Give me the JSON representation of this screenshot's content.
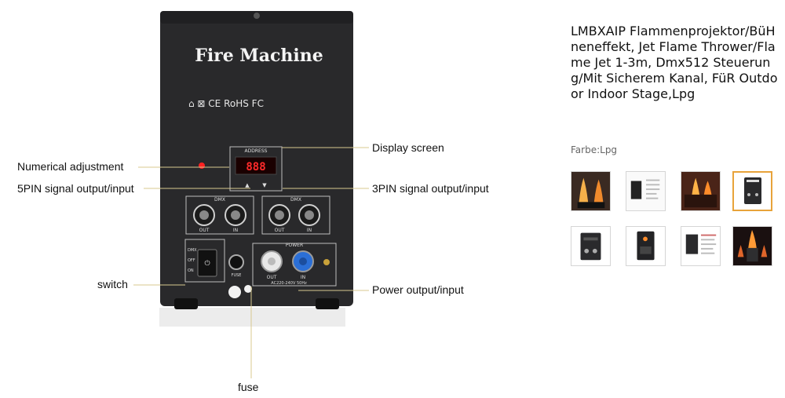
{
  "product": {
    "image_labels": {
      "device_name": "Fire Machine",
      "address": "ADDRESS",
      "dmx_left": "DMX",
      "dmx_right": "DMX",
      "out_left": "OUT",
      "in_left": "IN",
      "out_right": "OUT",
      "in_right": "IN",
      "power": "POWER",
      "power_out": "OUT",
      "power_in": "IN",
      "voltage": "AC220-240V 50Hz",
      "fuse_label": "FUSE",
      "switch_dmx": "DMX",
      "switch_off": "OFF",
      "switch_on": "ON",
      "certifications": "⌂ ⊠ CE RoHS FC"
    },
    "callouts": {
      "display_screen": "Display screen",
      "numerical_adjustment": "Numerical adjustment",
      "pin5": "5PIN signal output/input",
      "pin3": "3PIN signal output/input",
      "switch": "switch",
      "power": "Power output/input",
      "fuse": "fuse"
    },
    "title": "LMBXAIP Flammenprojektor/BüHneneffekt, Jet Flame Thrower/Flame Jet 1-3m, Dmx512 Steuerung/Mit Sicherem Kanal, FüR Outdoor Indoor Stage,Lpg",
    "color_label": "Farbe:Lpg",
    "thumbnails": [
      {
        "icon": "flame-stage-icon"
      },
      {
        "icon": "spec-sheet-icon"
      },
      {
        "icon": "stage-scene-icon"
      },
      {
        "icon": "fire-machine-icon",
        "selected": true
      },
      {
        "icon": "device-front-icon"
      },
      {
        "icon": "device-panel-icon"
      },
      {
        "icon": "spec-detail-icon"
      },
      {
        "icon": "flame-jet-icon"
      }
    ],
    "colors": {
      "accent": "#e8a33a",
      "device_body": "#2a2a2c",
      "callout_line": "#d8c98f",
      "led": "#ff2222"
    }
  }
}
